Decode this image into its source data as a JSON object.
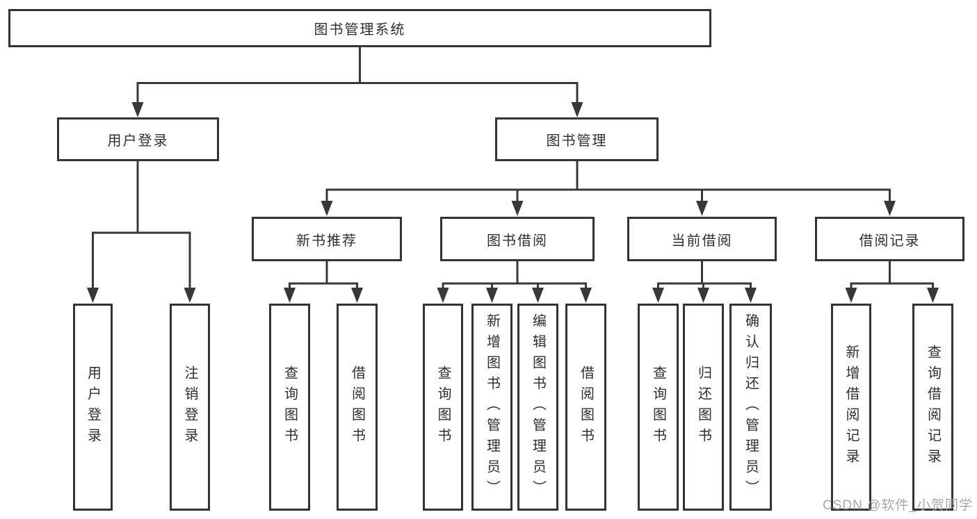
{
  "tree": {
    "root": "图书管理系统",
    "branches": [
      {
        "label": "用户登录",
        "children": [
          "用户登录",
          "注销登录"
        ]
      },
      {
        "label": "图书管理",
        "sections": [
          {
            "label": "新书推荐",
            "children": [
              "查询图书",
              "借阅图书"
            ]
          },
          {
            "label": "图书借阅",
            "children": [
              "查询图书",
              "新增图书（管理员）",
              "编辑图书（管理员）",
              "借阅图书"
            ]
          },
          {
            "label": "当前借阅",
            "children": [
              "查询图书",
              "归还图书",
              "确认归还（管理员）"
            ]
          },
          {
            "label": "借阅记录",
            "children": [
              "新增借阅记录",
              "查询借阅记录"
            ]
          }
        ]
      }
    ]
  },
  "watermark": "CSDN @软件_小贺同学",
  "colors": {
    "line": "#383838",
    "box_border": "#333333",
    "text": "#2f2f2f",
    "watermark": "#a7a7a7",
    "background": "#ffffff"
  }
}
